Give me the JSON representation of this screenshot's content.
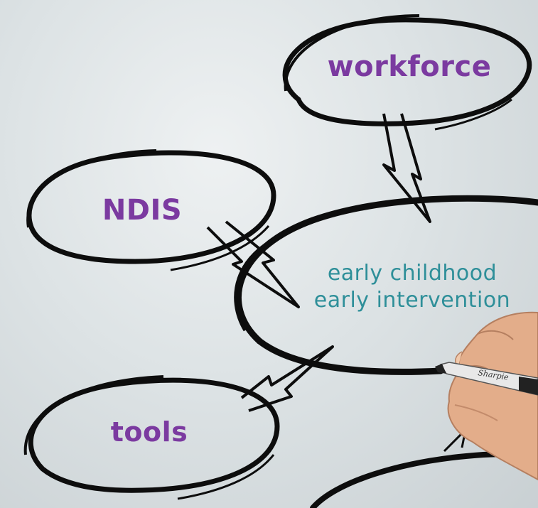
{
  "colors": {
    "outer_label": "#7b3aa0",
    "center_label": "#2e8f99",
    "stroke": "#0d0d0d",
    "skin": "#e7b493",
    "marker_body": "#e8e8e8",
    "marker_cap": "#222222"
  },
  "nodes": {
    "workforce": {
      "label": "workforce"
    },
    "ndis": {
      "label": "NDIS"
    },
    "tools": {
      "label": "tools"
    },
    "center": {
      "line1": "early childhood",
      "line2": "early intervention"
    }
  },
  "marker": {
    "brand": "Sharpie"
  },
  "icons": {
    "hand": "hand-icon",
    "marker": "marker-pen-icon"
  }
}
